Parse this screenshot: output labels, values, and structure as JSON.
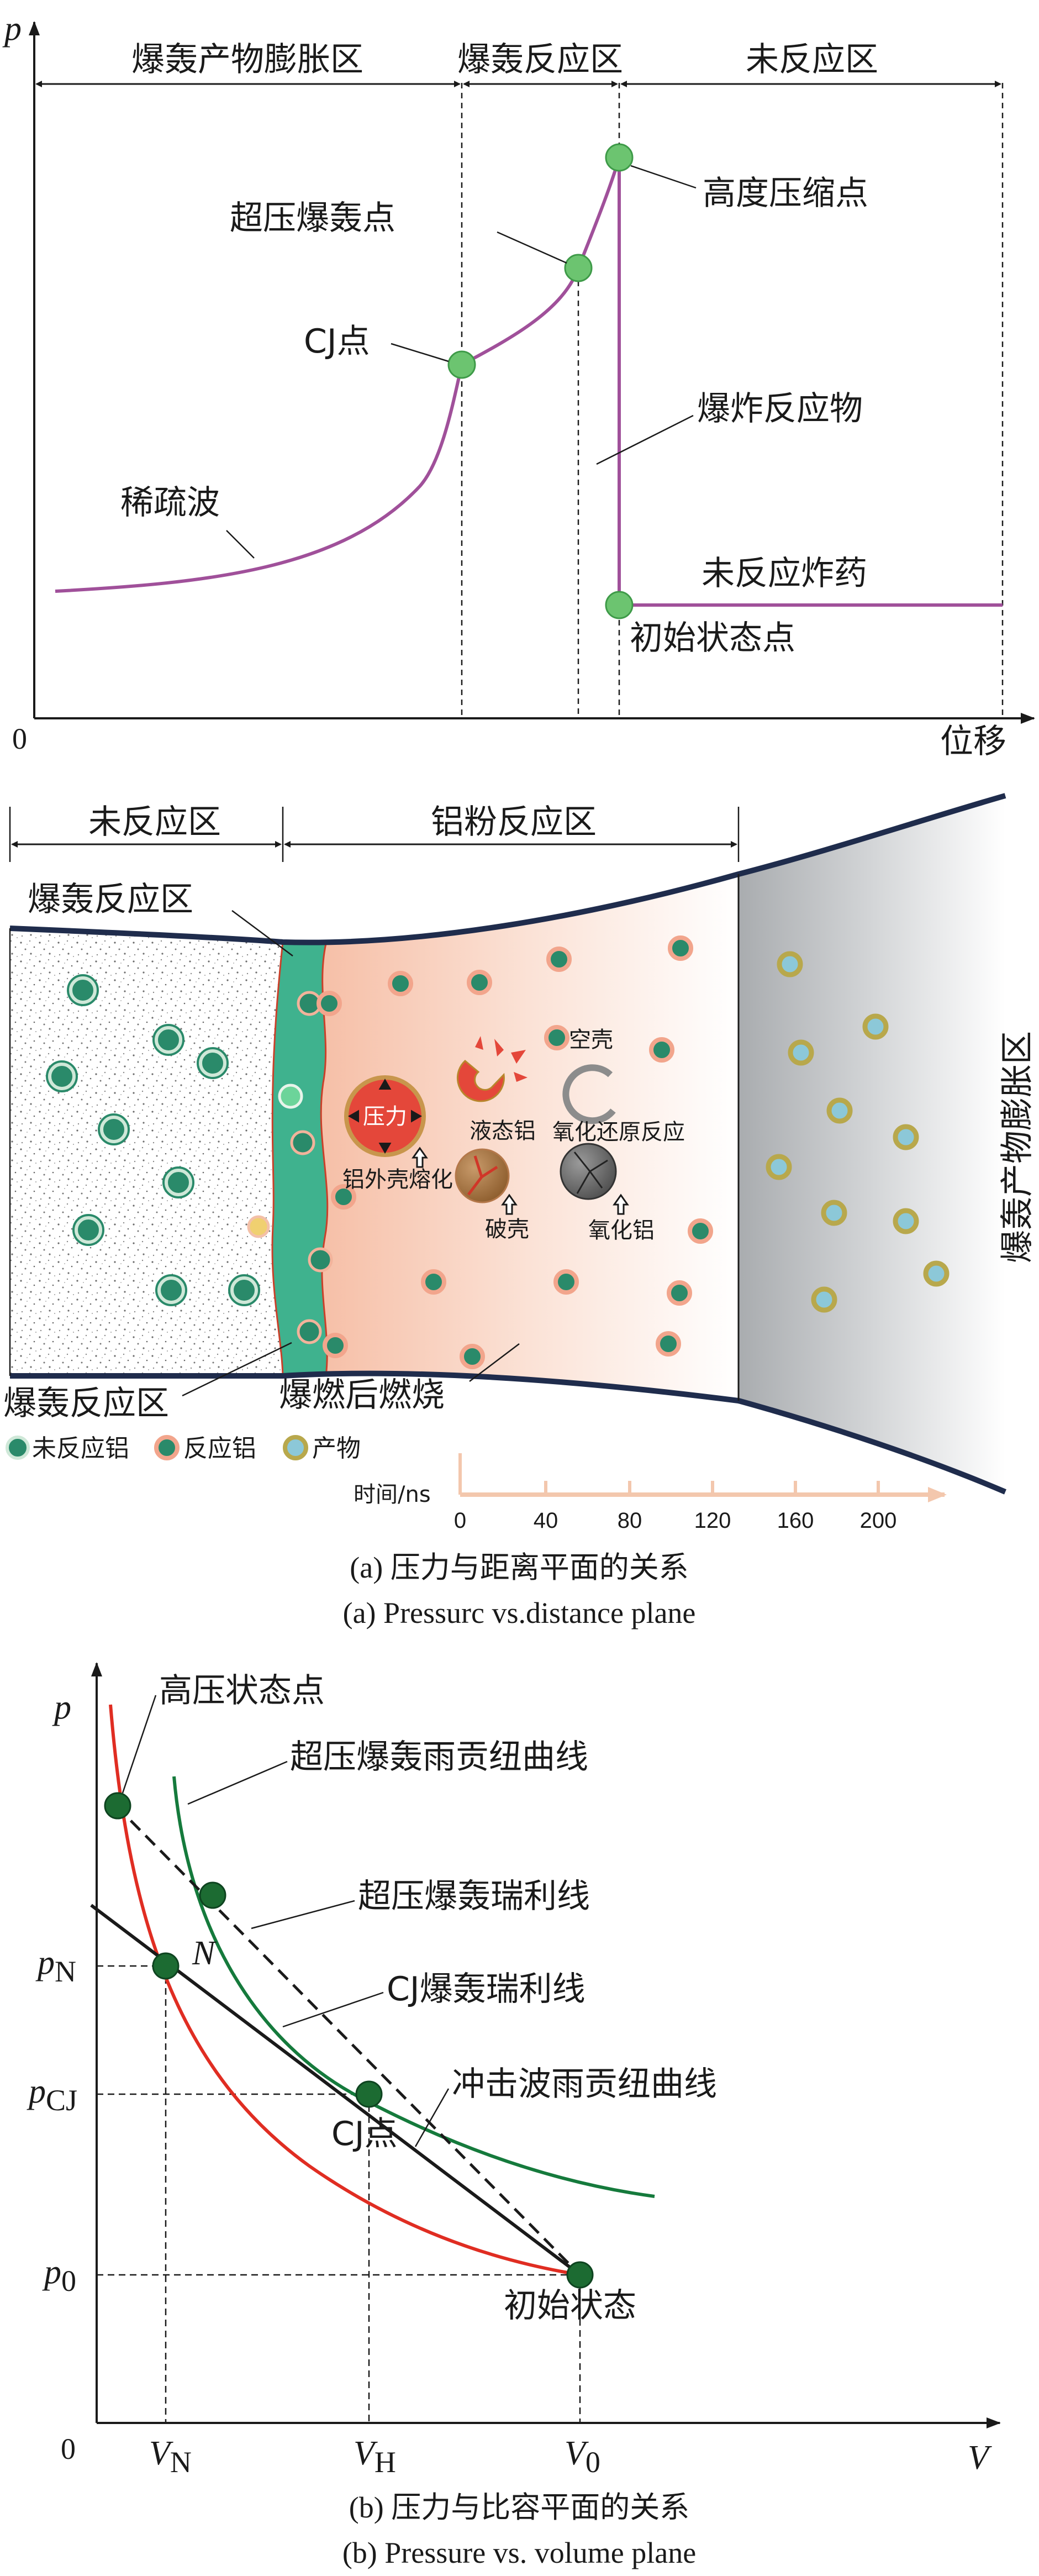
{
  "panel_a": {
    "y_axis": "p",
    "x_axis": "位移",
    "origin": "0",
    "zones": {
      "expansion": "爆轰产物膨胀区",
      "reaction": "爆轰反应区",
      "unreacted": "未反应区"
    },
    "points": {
      "high_compression": "高度压缩点",
      "overdriven": "超压爆轰点",
      "cj": "CJ点",
      "initial": "初始状态点"
    },
    "labels": {
      "explosion_reactant": "爆炸反应物",
      "rarefaction": "稀疏波",
      "unreacted_explosive": "未反应炸药"
    }
  },
  "schematic": {
    "top_left": "未反应区",
    "top_mid": "铝粉反应区",
    "reaction_zone_top": "爆轰反应区",
    "reaction_zone_bottom": "爆轰反应区",
    "right_vertical": "爆轰产物膨胀区",
    "afterburn": "爆燃后燃烧",
    "pressure": "压力",
    "shell_melting": "铝外壳熔化",
    "liquid_al": "液态铝",
    "empty_shell": "空壳",
    "redox": "氧化还原反应",
    "broken_shell": "破壳",
    "alumina": "氧化铝",
    "legend": {
      "unreacted": "未反应铝",
      "reacting": "反应铝",
      "product": "产物"
    },
    "time_axis": {
      "label": "时间/ns",
      "ticks": [
        "0",
        "40",
        "80",
        "120",
        "160",
        "200"
      ]
    }
  },
  "caption_a": {
    "zh": "(a) 压力与距离平面的关系",
    "en": "(a) Pressurc vs.distance plane"
  },
  "panel_b": {
    "y_axis": "p",
    "x_axis": "V",
    "origin": "0",
    "y_ticks": {
      "pN": "N",
      "pCJ": "CJ",
      "p0": "0"
    },
    "x_ticks": {
      "VN": "N",
      "VH": "H",
      "V0": "0"
    },
    "point_N": "N",
    "labels": {
      "high_pressure_point": "高压状态点",
      "overdriven_hugoniot": "超压爆轰雨贡纽曲线",
      "overdriven_rayleigh": "超压爆轰瑞利线",
      "cj_rayleigh": "CJ爆轰瑞利线",
      "shock_hugoniot": "冲击波雨贡纽曲线",
      "cj_point": "CJ点",
      "initial_state": "初始状态"
    }
  },
  "caption_b": {
    "zh": "(b) 压力与比容平面的关系",
    "en": "(b) Pressure vs. volume plane"
  },
  "colors": {
    "curve_purple": "#a0509a",
    "point_green": "#6cc470",
    "chamber_green": "#3fb28e",
    "reaction_pink": "#f6c9b8",
    "hugoniot_red": "#e02d22",
    "hugoniot_green": "#157a3c",
    "dark_point": "#1c6b32"
  }
}
